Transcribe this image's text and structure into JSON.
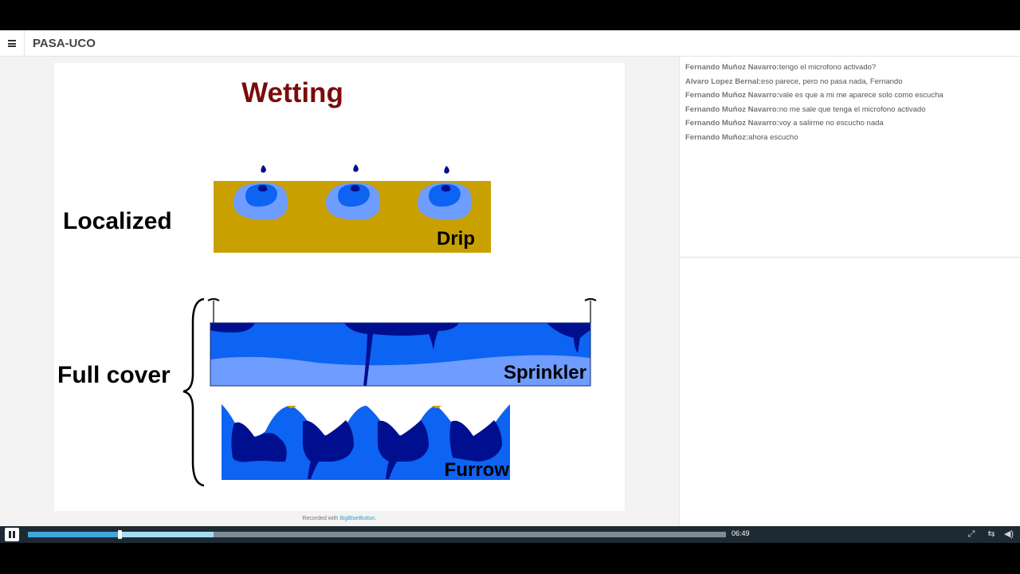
{
  "app": {
    "title": "PASA-UCO"
  },
  "slide": {
    "title": "Wetting",
    "label_localized": "Localized",
    "label_full_cover": "Full cover",
    "label_drip": "Drip",
    "label_sprinkler": "Sprinkler",
    "label_furrow": "Furrow",
    "colors": {
      "title": "#7a0c0c",
      "soil": "#c8a000",
      "water_dark": "#000f8f",
      "water_mid": "#0d63f2",
      "water_light": "#6f9cff"
    }
  },
  "recorded": {
    "prefix": "Recorded with",
    "brand": "BigBlueButton."
  },
  "chat": {
    "messages": [
      {
        "name": "Fernando Muñoz Navarro:",
        "text": "tengo el microfono activado?"
      },
      {
        "name": "Alvaro Lopez Bernal:",
        "text": "eso parece, pero no pasa nada, Fernando"
      },
      {
        "name": "Fernando Muñoz Navarro:",
        "text": "vale es que a mi me aparece solo como escucha"
      },
      {
        "name": "Fernando Muñoz Navarro:",
        "text": "no me sale que tenga el microfono activado"
      },
      {
        "name": "Fernando Muñoz Navarro:",
        "text": "voy a salirme no escucho nada"
      },
      {
        "name": "Fernando Muñoz:",
        "text": "ahora escucho"
      }
    ]
  },
  "player": {
    "time": "06:49",
    "played_fraction": 0.131,
    "buffered_fraction": 0.266,
    "icons": {
      "play_pause": "pause-icon",
      "fullscreen": "fullscreen-icon",
      "swap": "swap-icon",
      "volume": "volume-icon",
      "menu": "hamburger-menu-icon"
    }
  }
}
